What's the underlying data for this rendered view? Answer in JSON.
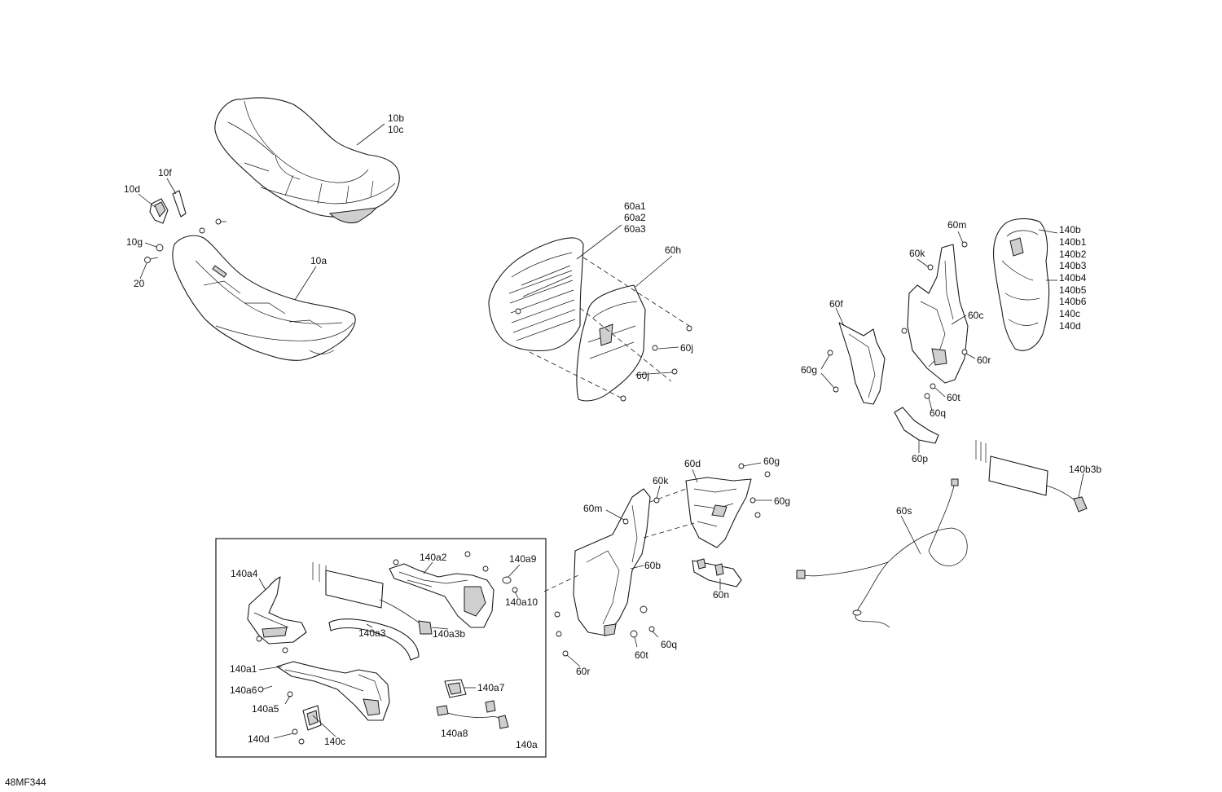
{
  "diagram_code": "48MF344",
  "labels": {
    "l_10b": "10b",
    "l_10c": "10c",
    "l_10d": "10d",
    "l_10f": "10f",
    "l_10g": "10g",
    "l_20": "20",
    "l_10a": "10a",
    "l_60a1": "60a1",
    "l_60a2": "60a2",
    "l_60a3": "60a3",
    "l_60h": "60h",
    "l_60j1": "60j",
    "l_60j2": "60j",
    "l_60m1": "60m",
    "l_60k1": "60k",
    "l_60f": "60f",
    "l_60c": "60c",
    "l_60r1": "60r",
    "l_60g1": "60g",
    "l_60t1": "60t",
    "l_60q1": "60q",
    "l_60p": "60p",
    "l_140b": "140b",
    "l_140b1": "140b1",
    "l_140b2": "140b2",
    "l_140b3": "140b3",
    "l_140b4": "140b4",
    "l_140b5": "140b5",
    "l_140b6": "140b6",
    "l_140c1": "140c",
    "l_140d1": "140d",
    "l_140b3b": "140b3b",
    "l_60s": "60s",
    "l_60d": "60d",
    "l_60g2": "60g",
    "l_60g3": "60g",
    "l_60k2": "60k",
    "l_60m2": "60m",
    "l_60b": "60b",
    "l_60n": "60n",
    "l_60t2": "60t",
    "l_60q2": "60q",
    "l_60r2": "60r",
    "l_140a4": "140a4",
    "l_140a2": "140a2",
    "l_140a9": "140a9",
    "l_140a10": "140a10",
    "l_140a3": "140a3",
    "l_140a3b": "140a3b",
    "l_140a1": "140a1",
    "l_140a6": "140a6",
    "l_140a5": "140a5",
    "l_140a7": "140a7",
    "l_140a8": "140a8",
    "l_140d2": "140d",
    "l_140c2": "140c",
    "l_140a": "140a"
  }
}
